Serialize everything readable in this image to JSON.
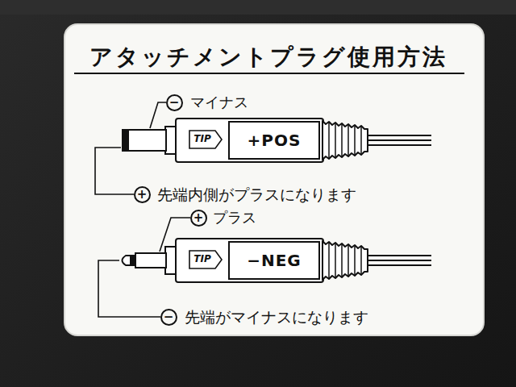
{
  "diagram": {
    "title": "アタッチメントプラグ使用方法",
    "nodes": [
      {
        "text": [
          "−"
        ]
      },
      {
        "text": [
          "TIP"
        ]
      },
      {
        "text": [
          "+POS"
        ]
      },
      {
        "text": [
          "+"
        ]
      },
      {
        "text": [
          "+"
        ]
      },
      {
        "text": [
          "TIP"
        ]
      },
      {
        "text": [
          "−NEG"
        ]
      },
      {
        "text": [
          "−"
        ]
      }
    ],
    "labels": [
      "マイナス",
      "先端内側がプラスになります",
      "プラス",
      "先端がマイナスになります"
    ]
  }
}
